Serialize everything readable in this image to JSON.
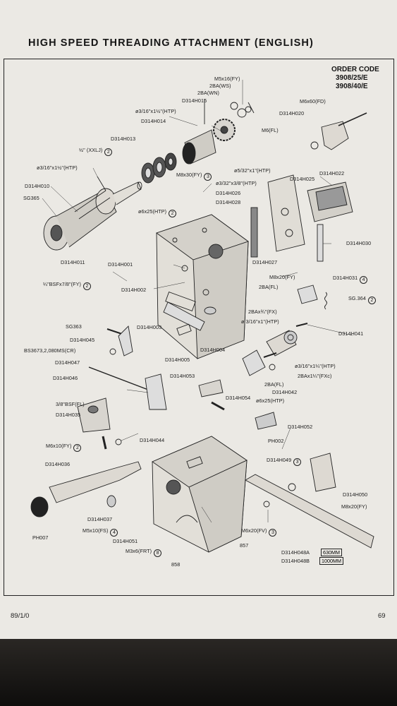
{
  "title": "HIGH SPEED THREADING ATTACHMENT (ENGLISH)",
  "order_code": {
    "label": "ORDER CODE",
    "codes": [
      "3908/25/E",
      "3908/40/E"
    ]
  },
  "labels": {
    "m5x16": "M5x16(FY)",
    "2ba_ws": "2BA(WS)",
    "2ba_wn": "2BA(WN)",
    "d314h015": "D314H015",
    "m6x60": "M6x60(FD)",
    "htp_316_112_a": "ø3/16\"x1½\"(HTP)",
    "d314h020": "D314H020",
    "d314h014": "D314H014",
    "m6_fl": "M6(FL)",
    "d314h013": "D314H013",
    "xxlj": "½\" (XXLJ)",
    "htp_316_112_b": "ø3/16\"x1½\"(HTP)",
    "m8x30": "M8x30(FY)",
    "htp_532_1": "ø5/32\"x1\"(HTP)",
    "d314h022": "D314H022",
    "d314h010": "D314H010",
    "htp_332_38": "ø3/32\"x3/8\"(HTP)",
    "d314h025": "D314H025",
    "sg365": "SG365",
    "d314h026": "D314H026",
    "d314h028": "D314H028",
    "htp_6x25_a": "ø6x25(HTP)",
    "d314h030": "D314H030",
    "d314h011": "D314H011",
    "d314h001": "D314H001",
    "d314h027": "D314H027",
    "bsf_14": "¼\"BSFx7/8\"(FY)",
    "m8x20_a": "M8x20(FY)",
    "d314h031": "D314H031",
    "d314h002": "D314H002",
    "2ba_fl_a": "2BA(FL)",
    "sg364": "SG.364",
    "2ba_34_fx": "2BAx¾\"(FX)",
    "sg363": "SG363",
    "d314h003": "D314H003",
    "htp_316_1": "ø 3/16\"x1\"(HTP)",
    "d314h041": "D314H041",
    "d314h045": "D314H045",
    "bs3673": "BS3673,2,080MS(CR)",
    "d314h004": "D314H004",
    "d314h005": "D314H005",
    "d314h047": "D314H047",
    "htp_316_114": "ø3/16\"x1¼\"(HTP)",
    "2ba_114_fxc": "2BAx1¼\"(FXc)",
    "d314h053": "D314H053",
    "d314h046": "D314H046",
    "2ba_fl_b": "2BA(FL)",
    "d314h042": "D314H042",
    "d314h054": "D314H054",
    "htp_6x25_b": "ø6x25(HTP)",
    "bsf_38": "3/8\"BSF(FL)",
    "d314h035": "D314H035",
    "d314h052": "D314H052",
    "m6x10": "M6x10(FY)",
    "d314h044": "D314H044",
    "ph002": "PH002",
    "d314h036": "D314H036",
    "d314h049": "D314H049",
    "d314h050": "D314H050",
    "m8x20_b": "M8x20(FY)",
    "d314h037": "D314H037",
    "m5x10": "M5x10(FS)",
    "ph007": "PH007",
    "m6x20": "M6x20(FV)",
    "d314h051": "D314H051",
    "857": "857",
    "m3x6": "M3x6(FRT)",
    "d314h048a": "D314H048A",
    "d314h048b": "D314H048B",
    "858": "858"
  },
  "qty": {
    "xxlj": "2",
    "m8x30": "3",
    "htp_6x25_a": "2",
    "bsf_14": "2",
    "d314h031": "4",
    "sg364": "2",
    "m6x10": "2",
    "d314h049": "3",
    "m5x10": "4",
    "m6x20": "3",
    "m3x6": "8"
  },
  "lengths": {
    "d314h048a": "630MM",
    "d314h048b": "1000MM"
  },
  "footer": {
    "left": "89/1/0",
    "right": "69"
  }
}
